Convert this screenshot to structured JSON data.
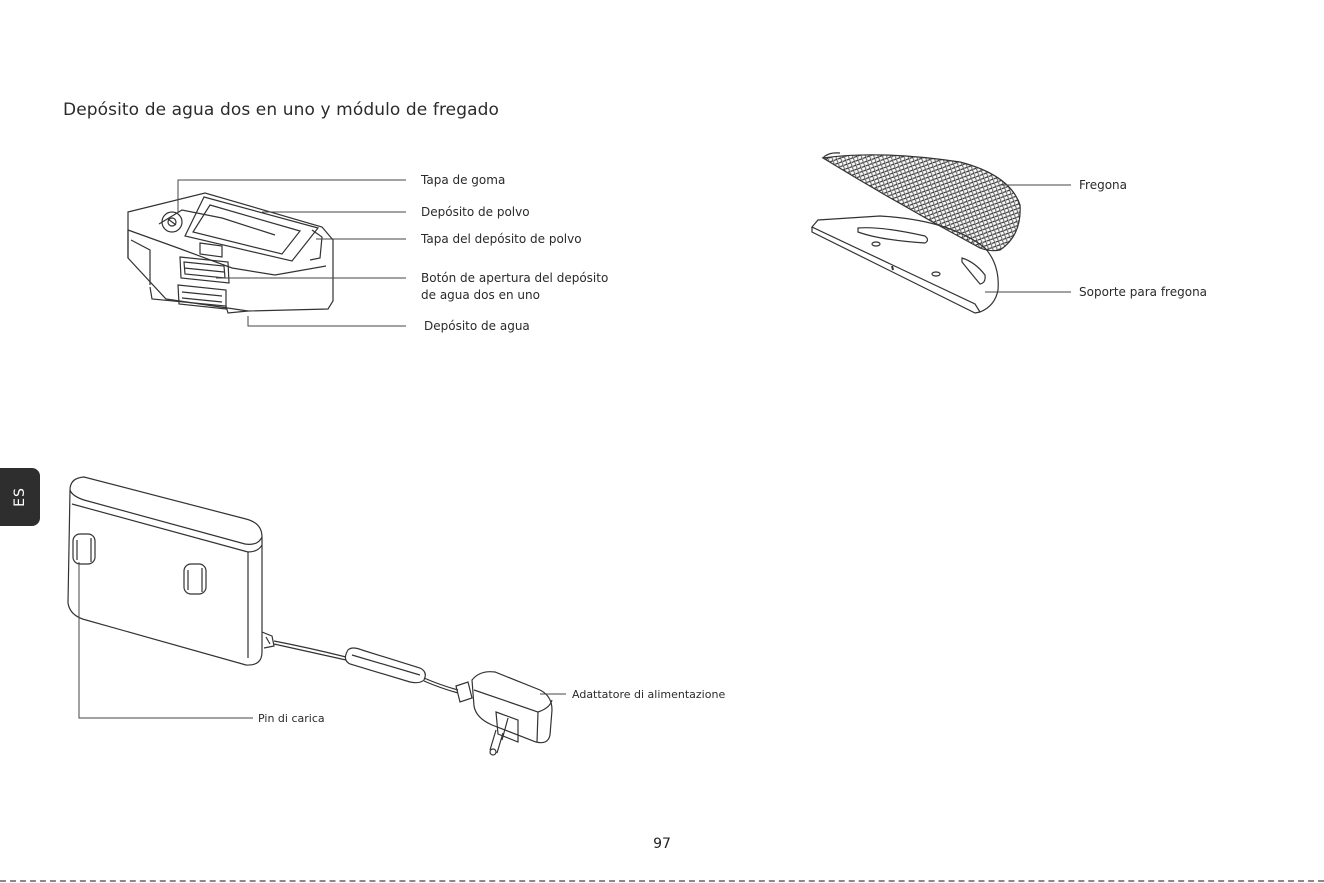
{
  "section": {
    "title": "Depósito de agua dos en uno y módulo de fregado"
  },
  "tank_labels": {
    "rubber_cap": "Tapa de goma",
    "dust_bin": "Depósito de polvo",
    "dust_bin_cover": "Tapa del depósito de polvo",
    "release_button_line1": "Botón de apertura del depósito",
    "release_button_line2": "de agua dos en uno",
    "water_tank": "Depósito de agua"
  },
  "mop_labels": {
    "mop": "Fregona",
    "mop_holder": "Soporte para fregona"
  },
  "dock_labels": {
    "charging_pins": "Pin di carica",
    "power_adapter": "Adattatore di alimentazione"
  },
  "side_tab": {
    "language": "ES"
  },
  "footer": {
    "page_number": "97"
  }
}
